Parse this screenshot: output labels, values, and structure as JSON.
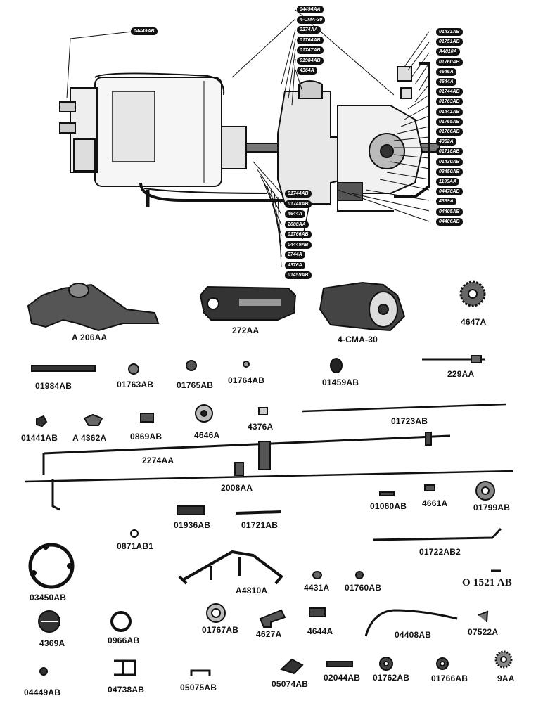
{
  "figure": {
    "assembly_callouts_top": [
      "04494AA",
      "4-CMA-30",
      "2274AA",
      "01764AB",
      "01747AB",
      "01984AB",
      "4364A"
    ],
    "assembly_callouts_right": [
      "01431AB",
      "01751AB",
      "A4810A",
      "01760AB",
      "4646A",
      "4644A",
      "01744AB",
      "01763AB",
      "01441AB",
      "01765AB",
      "01766AB",
      "4362A",
      "01718AB",
      "01430AB",
      "03450AB",
      "1199AA",
      "04478AB",
      "4369A",
      "04405AB",
      "04406AB"
    ],
    "assembly_callouts_bottom": [
      "01744AB",
      "01748AB",
      "4644A",
      "2008AA",
      "01766AB",
      "04449AB",
      "2744A",
      "4376A",
      "01459AB"
    ],
    "assembly_callout_left": "04449AB"
  },
  "parts": {
    "a206aa": "A 206AA",
    "p272aa": "272AA",
    "cma30": "4-CMA-30",
    "p4647a": "4647A",
    "p01984ab": "01984AB",
    "p01763ab": "01763AB",
    "p01765ab": "01765AB",
    "p01764ab": "01764AB",
    "p01459ab": "01459AB",
    "p229aa": "229AA",
    "p01441ab": "01441AB",
    "a4362a": "A 4362A",
    "p0869ab": "0869AB",
    "p4646a": "4646A",
    "p4376a": "4376A",
    "p01723ab": "01723AB",
    "p2274aa": "2274AA",
    "p2008aa": "2008AA",
    "p01060ab": "01060AB",
    "p4661a": "4661A",
    "p01799ab": "01799AB",
    "p01936ab": "01936AB",
    "p01721ab": "01721AB",
    "p0871ab1": "0871AB1",
    "p01722ab2": "01722AB2",
    "p03450ab": "03450AB",
    "a4810a": "A4810A",
    "p4431a": "4431A",
    "p01760ab": "01760AB",
    "o1521ab": "O 1521 AB",
    "p4369a": "4369A",
    "p0966ab": "0966AB",
    "p01767ab": "01767AB",
    "p4627a": "4627A",
    "p4644a": "4644A",
    "p04408ab": "04408AB",
    "p07522a": "07522A",
    "p04449ab": "04449AB",
    "p04738ab": "04738AB",
    "p05075ab": "05075AB",
    "p05074ab": "05074AB",
    "p02044ab": "02044AB",
    "p01762ab": "01762AB",
    "p01766ab": "01766AB",
    "p9aa": "9AA"
  }
}
